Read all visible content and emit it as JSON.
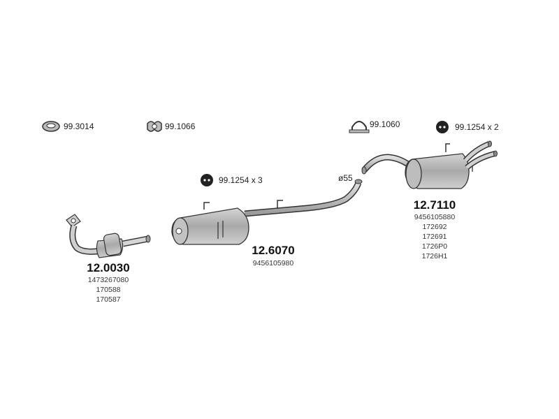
{
  "accessories": [
    {
      "icon": "ring-gasket-icon",
      "code": "99.3014"
    },
    {
      "icon": "flange-gasket-icon",
      "code": "99.1066"
    },
    {
      "icon": "clamp-icon",
      "code": "99.1060"
    },
    {
      "icon": "rubber-mount-icon",
      "code": "99.1254 x 2"
    },
    {
      "icon": "rubber-mount-icon",
      "code": "99.1254 x 3"
    }
  ],
  "parts": [
    {
      "code": "12.0030",
      "refs": [
        "1473267080",
        "170588",
        "170587"
      ]
    },
    {
      "code": "12.6070",
      "refs": [
        "9456105980"
      ]
    },
    {
      "code": "12.7110",
      "refs": [
        "9456105880",
        "172692",
        "172691",
        "1726P0",
        "1726H1"
      ]
    }
  ],
  "pipe_label": "ø55",
  "colors": {
    "part_fill": "#b8b8b8",
    "outline": "#333333"
  }
}
